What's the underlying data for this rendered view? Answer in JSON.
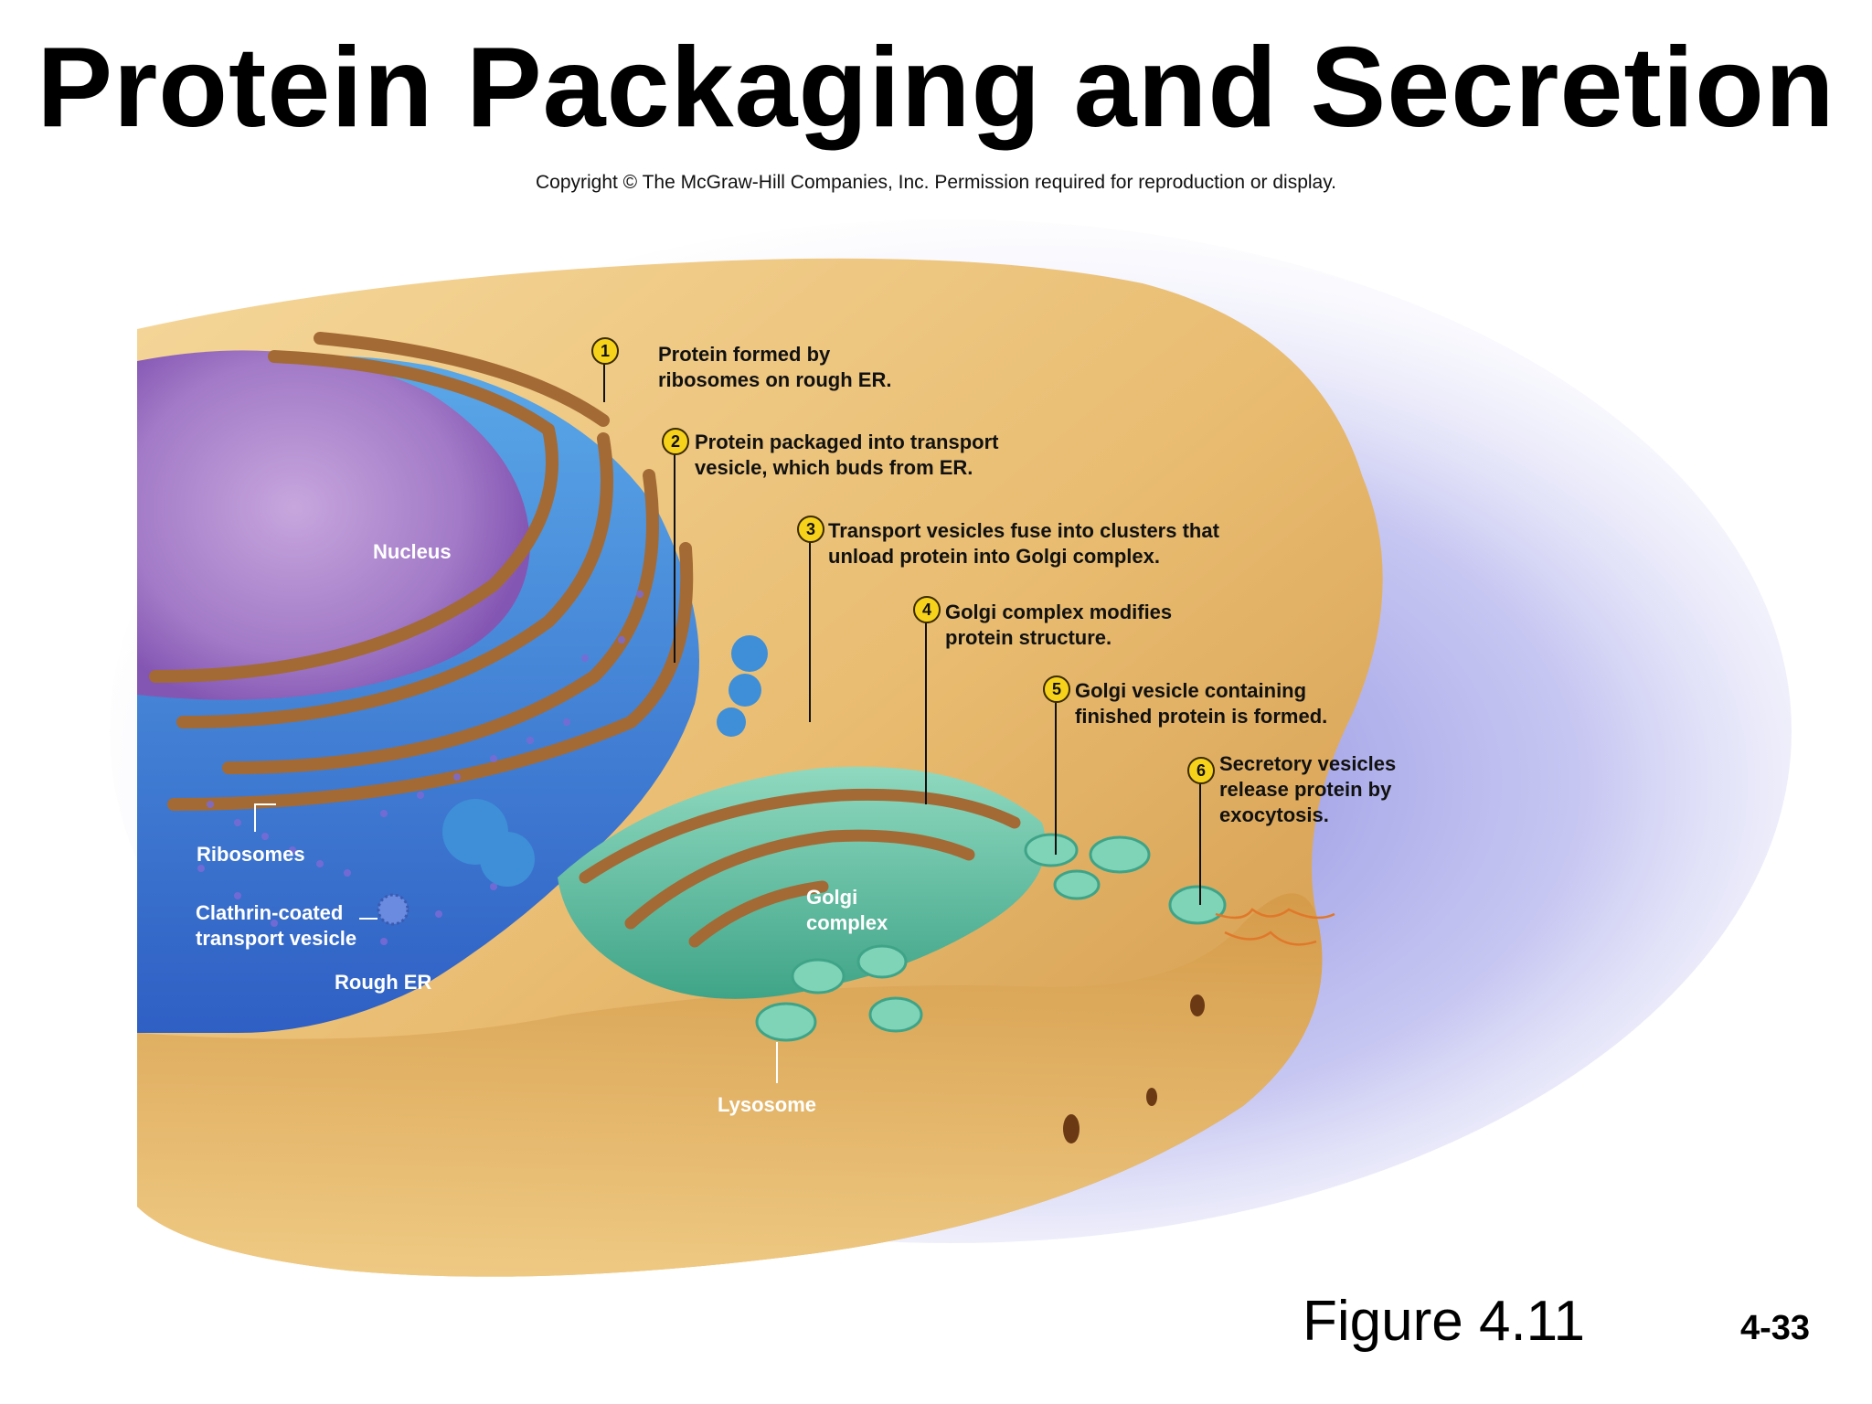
{
  "title": "Protein Packaging and Secretion",
  "copyright": "Copyright © The McGraw-Hill Companies, Inc. Permission required for reproduction or display.",
  "steps": [
    {
      "number": "1",
      "text": "Protein formed by\nribosomes on rough ER."
    },
    {
      "number": "2",
      "text": "Protein packaged into transport\nvesicle, which buds from ER."
    },
    {
      "number": "3",
      "text": "Transport vesicles fuse into clusters that\n  unload protein into Golgi complex."
    },
    {
      "number": "4",
      "text": "Golgi complex modifies\nprotein structure."
    },
    {
      "number": "5",
      "text": "Golgi vesicle containing\nfinished protein is formed."
    },
    {
      "number": "6",
      "text": "Secretory vesicles\nrelease protein by\nexocytosis."
    }
  ],
  "labels": {
    "nucleus": "Nucleus",
    "ribosomes": "Ribosomes",
    "clathrin": "Clathrin-coated\ntransport vesicle",
    "rough_er": "Rough ER",
    "golgi": "Golgi\ncomplex",
    "lysosome": "Lysosome"
  },
  "figure": "Figure 4.11",
  "page_number": "4-33",
  "colors": {
    "cytoplasm": "#e8b565",
    "nucleus": "#9c6cc0",
    "rough_er": "#3f8fd6",
    "er_lumen": "#a36a35",
    "golgi": "#6cc6a8",
    "halo": "#8a8ae0",
    "step_marker": "#f6d21b"
  }
}
